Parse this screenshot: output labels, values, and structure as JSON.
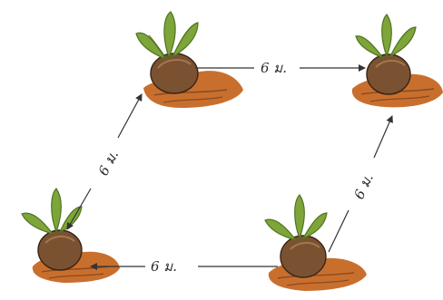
{
  "diagram": {
    "measurements": [
      {
        "label": "6 ม."
      },
      {
        "label": "6 ม."
      },
      {
        "label": "6 ม."
      },
      {
        "label": "6 ม."
      }
    ],
    "plants": [
      {
        "name": "coconut-seedling-top-left"
      },
      {
        "name": "coconut-seedling-top-right"
      },
      {
        "name": "coconut-seedling-bottom-left"
      },
      {
        "name": "coconut-seedling-bottom-right"
      }
    ],
    "colors": {
      "soil": "#c96f2e",
      "soil_dark": "#8a4a1e",
      "nut": "#7a5232",
      "leaf": "#7ea53a",
      "leaf_dark": "#4f7420",
      "line": "#333333"
    }
  }
}
